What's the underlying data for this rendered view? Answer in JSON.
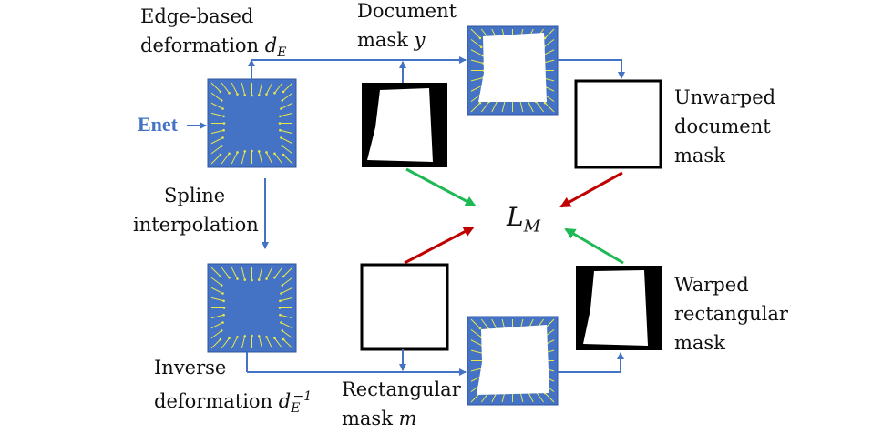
{
  "labels": {
    "edge_based_line1": "Edge-based",
    "edge_based_line2": "deformation",
    "edge_based_symbol": "d",
    "edge_based_sub": "E",
    "doc_mask_line1": "Document",
    "doc_mask_line2": "mask",
    "doc_mask_symbol": "y",
    "enet": "Enet",
    "spline_line1": "Spline",
    "spline_line2": "interpolation",
    "unwarped_line1": "Unwarped",
    "unwarped_line2": "document",
    "unwarped_line3": "mask",
    "loss_symbol": "L",
    "loss_sub": "M",
    "warped_line1": "Warped",
    "warped_line2": "rectangular",
    "warped_line3": "mask",
    "inverse_line1": "Inverse",
    "inverse_line2": "deformation",
    "inverse_symbol": "d",
    "inverse_sub": "E",
    "inverse_sup": "−1",
    "rect_mask_line1": "Rectangular",
    "rect_mask_line2": "mask",
    "rect_mask_symbol": "m"
  },
  "colors": {
    "flow_arrow": "#4472c4",
    "field_fill": "#4472c4",
    "field_vector": "#e8e84a",
    "green_arrow": "#1db954",
    "red_arrow": "#c00000",
    "mask_black": "#000000",
    "mask_white": "#ffffff"
  },
  "icons": {
    "deformation_field": "vector-field-icon",
    "mask": "document-mask-icon"
  }
}
